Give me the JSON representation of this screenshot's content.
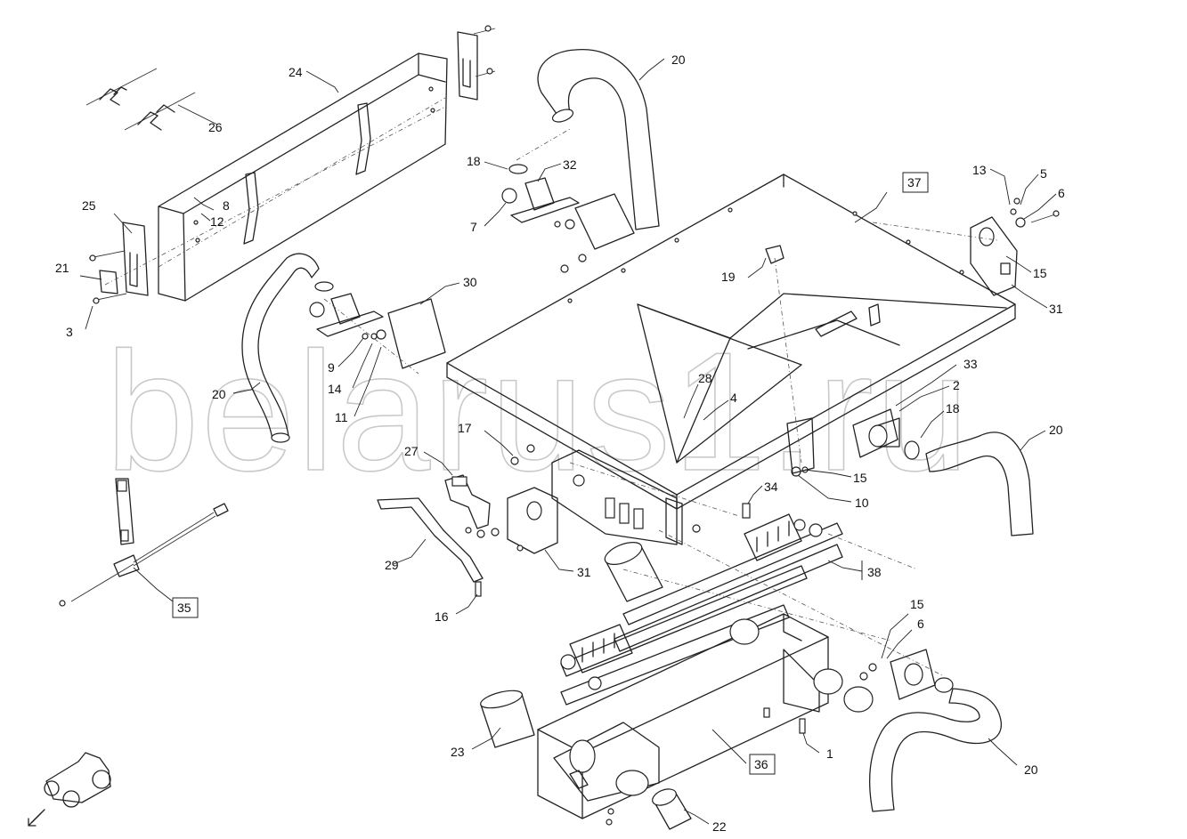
{
  "watermark": "belarus1.ru",
  "callouts": [
    {
      "id": "c24",
      "text": "24"
    },
    {
      "id": "c26",
      "text": "26"
    },
    {
      "id": "c25",
      "text": "25"
    },
    {
      "id": "c8",
      "text": "8"
    },
    {
      "id": "c12",
      "text": "12"
    },
    {
      "id": "c21",
      "text": "21"
    },
    {
      "id": "c3",
      "text": "3"
    },
    {
      "id": "c20a",
      "text": "20"
    },
    {
      "id": "c18a",
      "text": "18"
    },
    {
      "id": "c32",
      "text": "32"
    },
    {
      "id": "c7",
      "text": "7"
    },
    {
      "id": "c37",
      "text": "37"
    },
    {
      "id": "c13",
      "text": "13"
    },
    {
      "id": "c5",
      "text": "5"
    },
    {
      "id": "c6a",
      "text": "6"
    },
    {
      "id": "c15a",
      "text": "15"
    },
    {
      "id": "c31a",
      "text": "31"
    },
    {
      "id": "c19",
      "text": "19"
    },
    {
      "id": "c30",
      "text": "30"
    },
    {
      "id": "c9",
      "text": "9"
    },
    {
      "id": "c14",
      "text": "14"
    },
    {
      "id": "c11",
      "text": "11"
    },
    {
      "id": "c20b",
      "text": "20"
    },
    {
      "id": "c33",
      "text": "33"
    },
    {
      "id": "c2",
      "text": "2"
    },
    {
      "id": "c28",
      "text": "28"
    },
    {
      "id": "c4",
      "text": "4"
    },
    {
      "id": "c18b",
      "text": "18"
    },
    {
      "id": "c20c",
      "text": "20"
    },
    {
      "id": "c17",
      "text": "17"
    },
    {
      "id": "c27",
      "text": "27"
    },
    {
      "id": "c15b",
      "text": "15"
    },
    {
      "id": "c10",
      "text": "10"
    },
    {
      "id": "c34",
      "text": "34"
    },
    {
      "id": "c29",
      "text": "29"
    },
    {
      "id": "c31b",
      "text": "31"
    },
    {
      "id": "c38",
      "text": "38"
    },
    {
      "id": "c35",
      "text": "35"
    },
    {
      "id": "c16",
      "text": "16"
    },
    {
      "id": "c15c",
      "text": "15"
    },
    {
      "id": "c6b",
      "text": "6"
    },
    {
      "id": "c23",
      "text": "23"
    },
    {
      "id": "c36",
      "text": "36"
    },
    {
      "id": "c1",
      "text": "1"
    },
    {
      "id": "c20d",
      "text": "20"
    },
    {
      "id": "c22",
      "text": "22"
    }
  ]
}
